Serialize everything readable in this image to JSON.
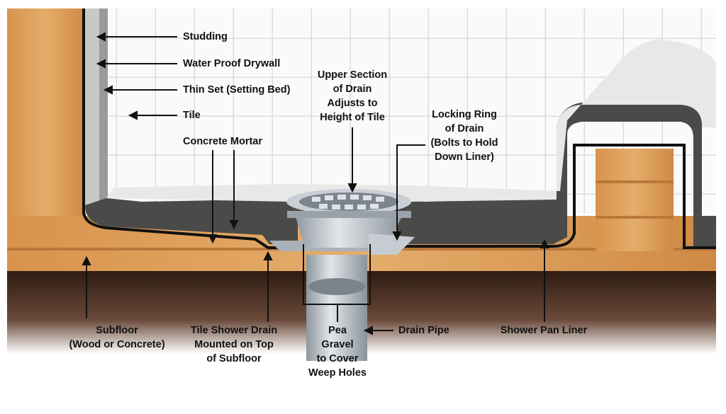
{
  "labels": {
    "studding": "Studding",
    "drywall": "Water Proof Drywall",
    "thinset": "Thin Set (Setting Bed)",
    "tile": "Tile",
    "mortar": "Concrete Mortar",
    "upper": [
      "Upper Section",
      "of Drain",
      "Adjusts to",
      "Height of Tile"
    ],
    "locking": [
      "Locking Ring",
      "of Drain",
      "(Bolts to Hold",
      "Down Liner)"
    ],
    "subfloor": [
      "Subfloor",
      "(Wood or Concrete)"
    ],
    "drain_mount": [
      "Tile Shower Drain",
      "Mounted on Top",
      "of Subfloor"
    ],
    "gravel": [
      "Pea",
      "Gravel",
      "to Cover",
      "Weep Holes"
    ],
    "pipe": "Drain Pipe",
    "liner": "Shower Pan Liner"
  },
  "colors": {
    "wood": "#d99a55",
    "mortar": "#4a4a48",
    "liner": "#111111",
    "ground": "#3a2618",
    "steel": "#b9c0c6"
  }
}
